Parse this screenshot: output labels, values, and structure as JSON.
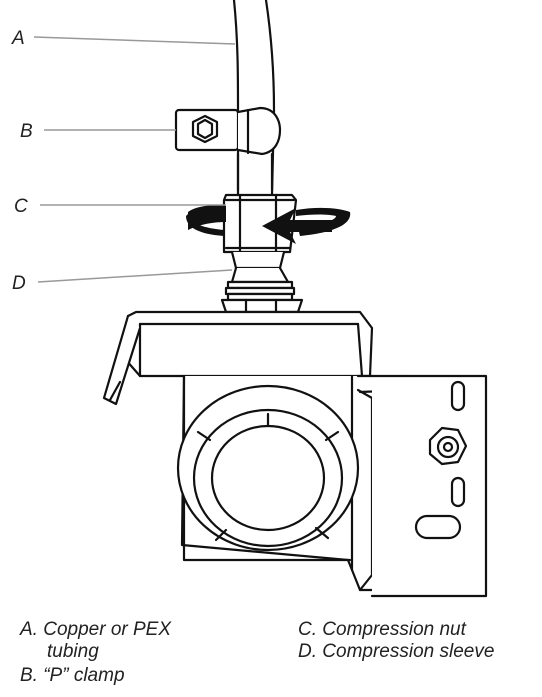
{
  "callouts": {
    "a": "A",
    "b": "B",
    "c": "C",
    "d": "D"
  },
  "legend": {
    "a_line1": "A. Copper or PEX",
    "a_line2": "tubing",
    "b": "B. “P” clamp",
    "c": "C. Compression nut",
    "d": "D. Compression sleeve"
  }
}
